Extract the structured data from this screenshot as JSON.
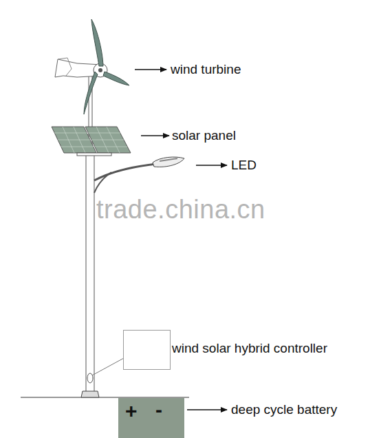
{
  "diagram": {
    "nodes": [
      {
        "text": [
          "wind solar hybrid controller"
        ]
      },
      {
        "text": [
          "+",
          "-"
        ]
      }
    ],
    "labels": [
      "wind turbine",
      "solar panel",
      "LED",
      "deep cycle battery",
      "trade.china.cn"
    ]
  }
}
